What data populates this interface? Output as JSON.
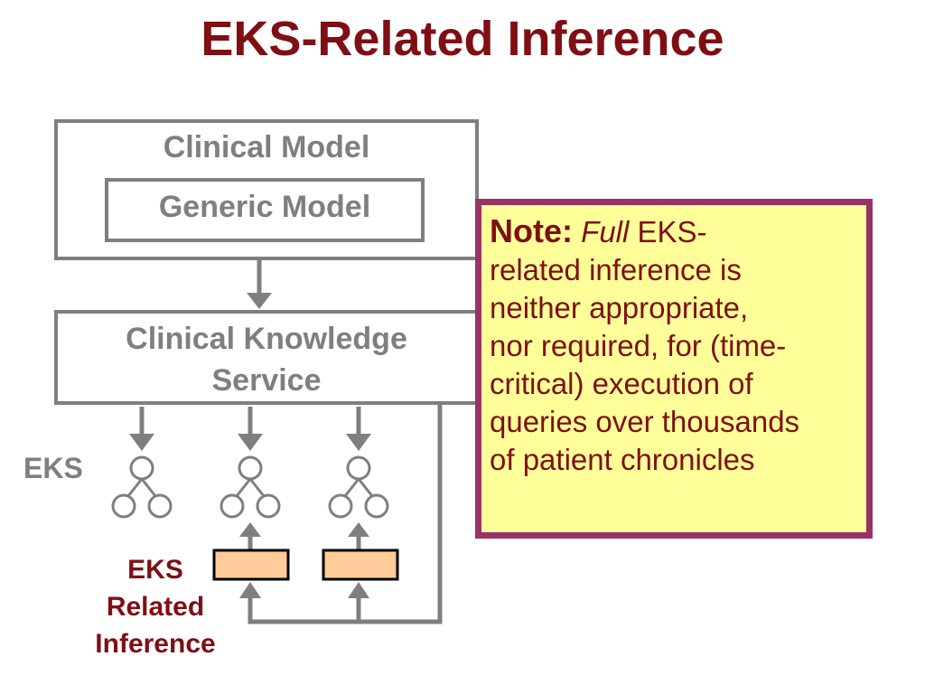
{
  "title": "EKS-Related Inference",
  "diagram": {
    "clinical_model": "Clinical Model",
    "generic_model": "Generic Model",
    "cks_line1": "Clinical Knowledge",
    "cks_line2": "Service",
    "eks_label": "EKS",
    "eks_related_line1": "EKS",
    "eks_related_line2": "Related",
    "eks_related_line3": "Inference"
  },
  "note": {
    "label": "Note:",
    "emphasis": "Full",
    "text_line1": " EKS-",
    "text_line2": "related inference is",
    "text_line3": "neither appropriate,",
    "text_line4": "nor required, for (time-",
    "text_line5": "critical) execution of",
    "text_line6": "queries over thousands",
    "text_line7": "of patient chronicles"
  },
  "colors": {
    "title": "#7f0f14",
    "box_stroke": "#7f7f7f",
    "note_fill": "#ffff99",
    "note_border": "#993366",
    "inference_box_fill": "#ffcc99"
  }
}
